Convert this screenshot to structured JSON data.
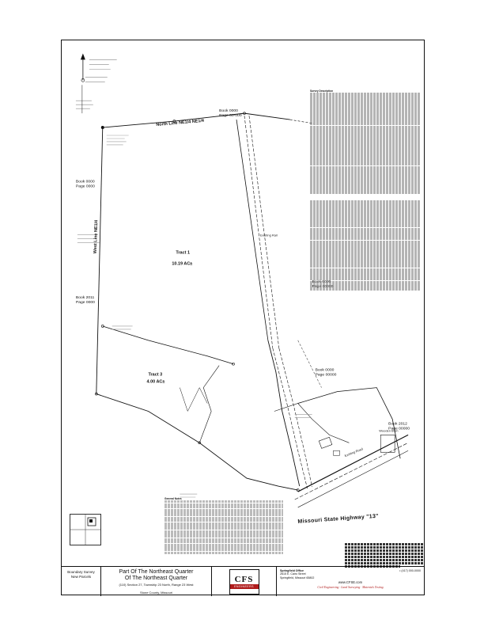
{
  "labels": {
    "book_top": "Book 0000",
    "page_top": "Page 00-000",
    "north_line": "North Line NE1/4 NE1/4",
    "book_left": "Book 0000",
    "page_left": "Page 0000",
    "west_line": "West Line NE1/4",
    "book_left2": "Book 2011",
    "page_left2": "Page 0000",
    "tract1": "Tract 1",
    "tract1_area": "10.19 AC±",
    "tract3": "Tract 3",
    "tract3_area": "4.00 AC±",
    "book_mid": "Book 0000",
    "page_mid": "Page 00000",
    "book_right": "Book 0000",
    "page_right": "Page 00000",
    "book_far": "Book 2012",
    "page_far": "Page 00000",
    "highway": "Missouri State Highway \"13\"",
    "existing_rail": "Existing Rail",
    "existing_road": "Existing Road",
    "wooden_barn": "Wooden Barn"
  },
  "titleblock": {
    "left_line1": "Boundary Survey",
    "left_line2": "New Parcels",
    "title_line1": "Part Of The Northeast Quarter",
    "title_line2": "Of The Northeast Quarter",
    "title_line3": "(110) Section 27, Township 23 North, Range 23 West",
    "title_line4": "Stone County, Missouri",
    "logo_text": "CFS",
    "logo_sub": "ENGINEERS",
    "office_label": "Springfield Office",
    "office_phone": "• (417) 000-0000",
    "addr1": "2615 E. Cairo Street",
    "addr2": "Springfield, Missouri 65802",
    "website": "www.CFSE.com",
    "tagline": "Civil Engineering · Land Surveying · Materials Testing"
  },
  "headings": {
    "description": "Survey Description",
    "notes": "General Notes"
  },
  "colors": {
    "line": "#111111",
    "accent": "#b01c1c"
  }
}
